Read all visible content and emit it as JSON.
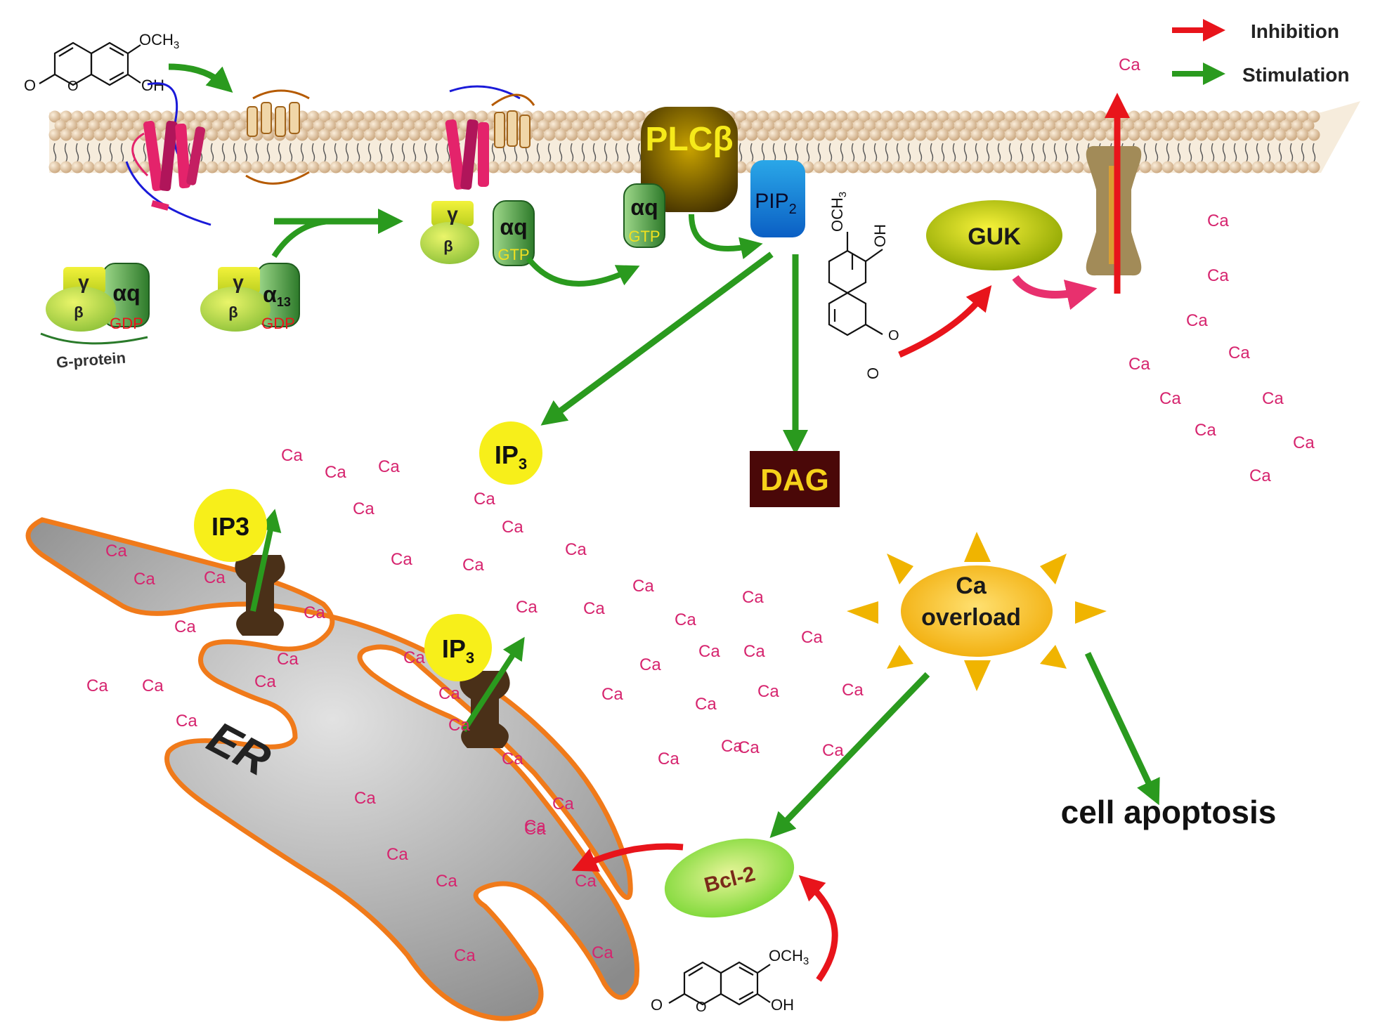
{
  "legend": {
    "inhibition": "Inhibition",
    "stimulation": "Stimulation",
    "inhibition_color": "#e8141b",
    "stimulation_color": "#2a9a1e"
  },
  "molecules": {
    "och3": "OCH",
    "och3_sub": "3",
    "oh": "OH",
    "o": "O"
  },
  "g_protein": {
    "label": "G-protein",
    "gamma": "γ",
    "beta": "β",
    "alpha_q": "αq",
    "alpha": "α",
    "alpha13_sub": "13",
    "gdp": "GDP",
    "gtp": "GTP"
  },
  "labels": {
    "plc": "PLCβ",
    "pip": "PIP",
    "pip_sub": "2",
    "guk": "GUK",
    "ip": "IP",
    "ip_sub": "3",
    "ip3_full": "IP3",
    "dag": "DAG",
    "er": "ER",
    "ca_overload_1": "Ca",
    "ca_overload_2": "overload",
    "bcl2": "Bcl-2",
    "apoptosis": "cell apoptosis",
    "ca": "Ca"
  }
}
